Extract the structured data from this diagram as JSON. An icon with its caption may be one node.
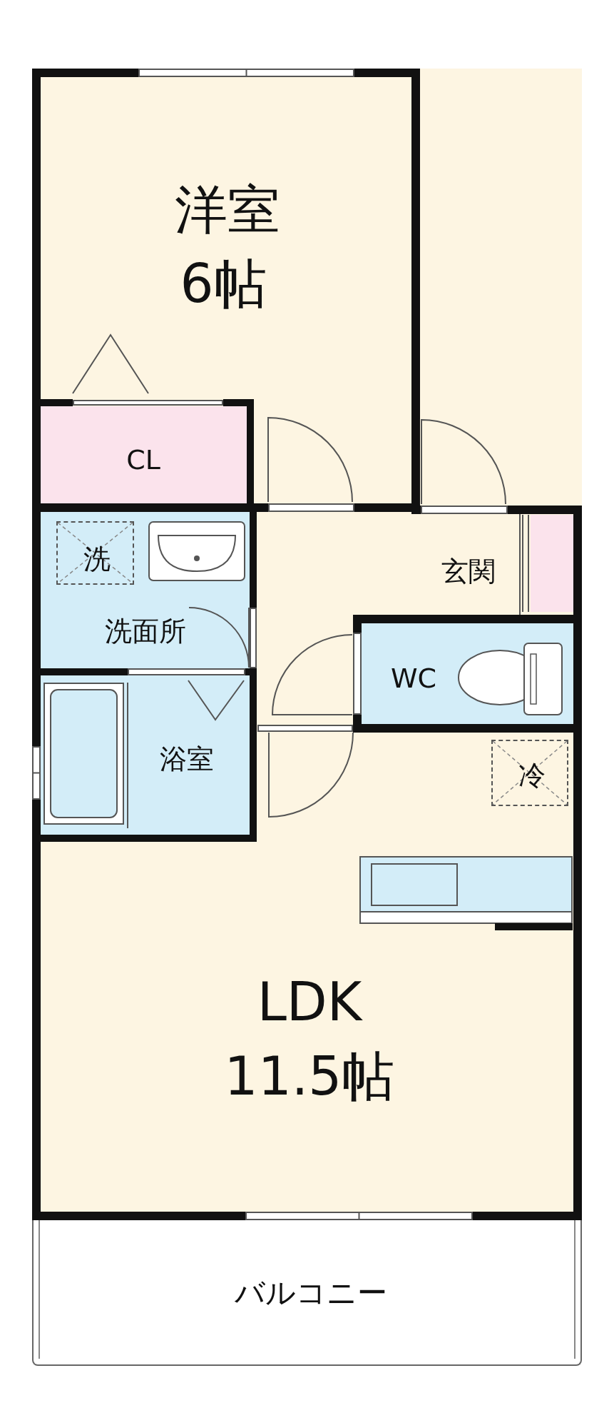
{
  "diagram": {
    "nodes": [
      {
        "text": [
          "洋室",
          "6帖"
        ]
      },
      {
        "text": [
          "CL"
        ]
      },
      {
        "text": [
          "洗面所"
        ]
      },
      {
        "text": [
          "洗"
        ],
        "in": 2
      },
      {
        "text": [
          "玄関"
        ]
      },
      {
        "text": [
          "WC"
        ]
      },
      {
        "text": [
          "浴室"
        ]
      },
      {
        "text": [
          "LDK",
          "11.5帖"
        ]
      },
      {
        "text": [
          "冷"
        ]
      },
      {
        "text": [
          "バルコニー"
        ]
      }
    ]
  }
}
